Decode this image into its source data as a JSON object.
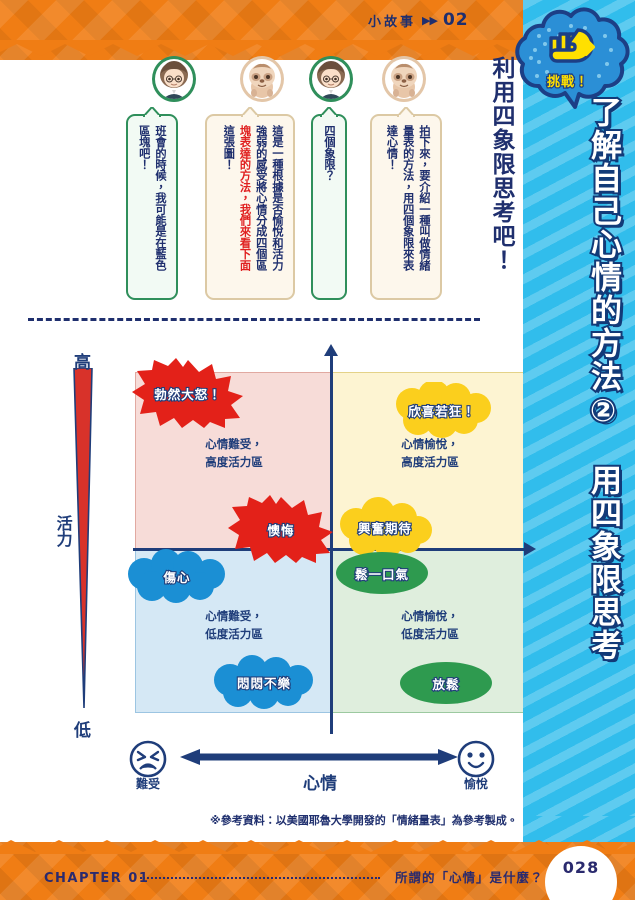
{
  "header": {
    "kicker": "小故事",
    "arrows": "▶▶",
    "number": "02",
    "challenge_label": "挑戰！",
    "fist_icon": "fist-icon"
  },
  "title": {
    "vertical_main": "了解自己心情的方法②　用四象限思考",
    "vertical_sub": "利用四象限思考吧！"
  },
  "conversation": [
    {
      "avatar": "girl-avatar",
      "avatar_style": "green",
      "box_style": "green",
      "lines": [
        {
          "text": "班會的時候，我可能是在藍色"
        },
        {
          "text": "區塊吧！"
        }
      ]
    },
    {
      "avatar": "sloth-avatar",
      "avatar_style": "beige",
      "box_style": "beige",
      "lines": [
        {
          "text": "這是一種根據是否愉悅和活力"
        },
        {
          "text": "強弱的感受將心情分成四個區"
        },
        {
          "text": "塊表達的方法，我們來看下面"
        },
        {
          "text": "這張圖！"
        }
      ]
    },
    {
      "avatar": "girl-avatar",
      "avatar_style": "green",
      "box_style": "green",
      "lines": [
        {
          "text": "四個象限？"
        }
      ]
    },
    {
      "avatar": "sloth-avatar",
      "avatar_style": "beige",
      "box_style": "beige",
      "lines": [
        {
          "text": "拍下來，要介紹一種叫做情緒"
        },
        {
          "text": "量表的方法，用四個象限來表"
        },
        {
          "text": "達心情！"
        }
      ]
    }
  ],
  "chart_data": {
    "type": "scatter",
    "title": "情緒量表（四象限）",
    "xlabel": "心情",
    "ylabel": "活力",
    "xlim": [
      "難受",
      "愉悅"
    ],
    "ylim": [
      "低",
      "高"
    ],
    "grid": false,
    "legend": "none",
    "axis_ends": {
      "y_high": "高",
      "y_low": "低",
      "x_left": "難受",
      "x_right": "愉悅",
      "x_left_icon": "frowning-face-icon",
      "x_right_icon": "smiling-face-icon"
    },
    "quadrants": [
      {
        "id": "top-left",
        "label": "心情難受，\n高度活力區",
        "line1": "心情難受，",
        "line2": "高度活力區",
        "fill": "#f7dcd8",
        "stroke": "#e1a9a1"
      },
      {
        "id": "top-right",
        "label": "心情愉悅，\n高度活力區",
        "line1": "心情愉悅，",
        "line2": "高度活力區",
        "fill": "#fdf4d2",
        "stroke": "#e4d288"
      },
      {
        "id": "bottom-left",
        "label": "心情難受，\n低度活力區",
        "line1": "心情難受，",
        "line2": "低度活力區",
        "fill": "#d5e8f5",
        "stroke": "#9cc5e2"
      },
      {
        "id": "bottom-right",
        "label": "心情愉悅，\n低度活力區",
        "line1": "心情愉悅，",
        "line2": "低度活力區",
        "fill": "#dfeedd",
        "stroke": "#9cc9a0"
      }
    ],
    "points": [
      {
        "label": "勃然大怒！",
        "quadrant": "top-left",
        "shape": "starburst",
        "color": "#e32119",
        "x": -0.72,
        "y": 0.88
      },
      {
        "label": "懊悔",
        "quadrant": "top-left",
        "shape": "starburst",
        "color": "#e32119",
        "x": -0.18,
        "y": 0.14
      },
      {
        "label": "欣喜若狂！",
        "quadrant": "top-right",
        "shape": "cloud",
        "color": "#fbcf1d",
        "x": 0.62,
        "y": 0.78
      },
      {
        "label": "興奮期待",
        "quadrant": "top-right",
        "shape": "cloud",
        "color": "#fbcf1d",
        "x": 0.18,
        "y": 0.12
      },
      {
        "label": "傷心",
        "quadrant": "bottom-left",
        "shape": "cloud",
        "color": "#1b8fd4",
        "x": -0.78,
        "y": -0.12
      },
      {
        "label": "悶悶不樂",
        "quadrant": "bottom-left",
        "shape": "cloud",
        "color": "#1b8fd4",
        "x": -0.3,
        "y": -0.76
      },
      {
        "label": "鬆一口氣",
        "quadrant": "bottom-right",
        "shape": "ellipse",
        "color": "#2e9a4f",
        "x": 0.2,
        "y": -0.14
      },
      {
        "label": "放鬆",
        "quadrant": "bottom-right",
        "shape": "ellipse",
        "color": "#2e9a4f",
        "x": 0.66,
        "y": -0.78
      }
    ],
    "source_note": "※參考資料：以美國耶魯大學開發的「情緒量表」為參考製成。"
  },
  "footer": {
    "chapter": "CHAPTER 01",
    "section_title": "所謂的「心情」是什麼？",
    "page_number": "028"
  },
  "colors": {
    "orange": "#f07d14",
    "blue_banner": "#31bdec",
    "navy": "#1f3d7a",
    "red": "#e32119",
    "yellow": "#fbcf1d",
    "green": "#2e9a4f",
    "sky": "#1b8fd4"
  }
}
